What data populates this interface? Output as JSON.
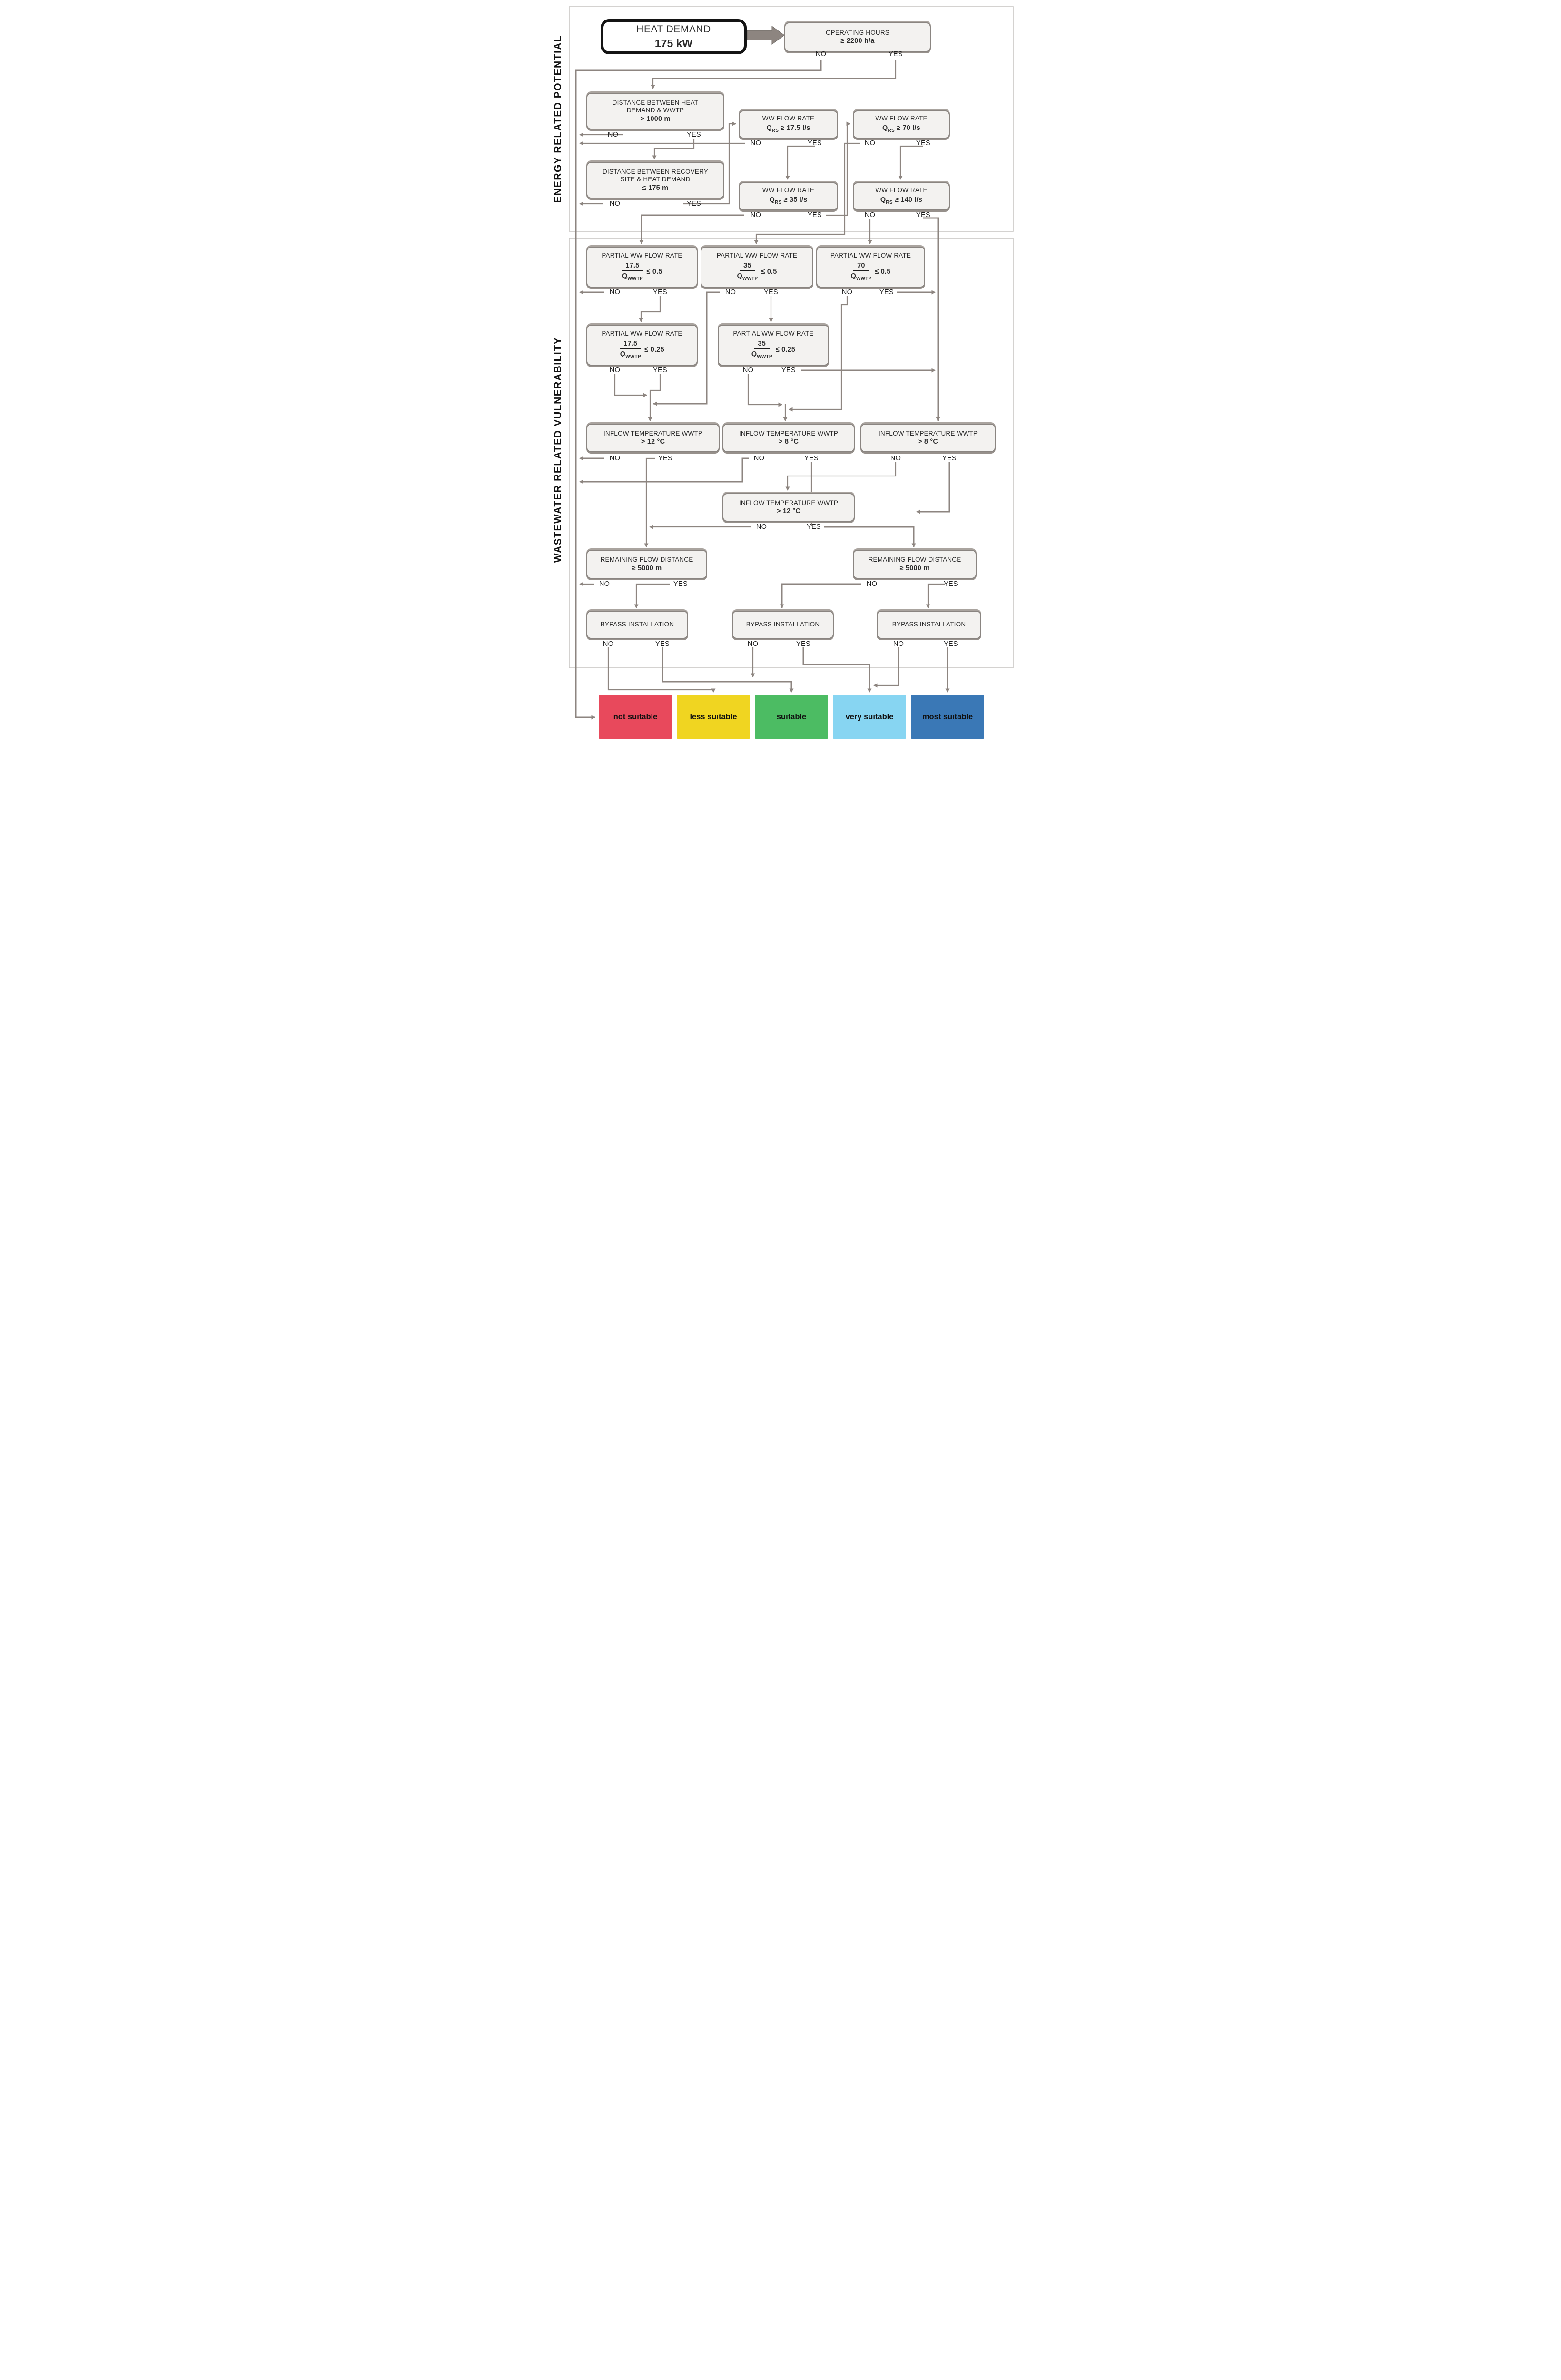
{
  "side_labels": {
    "top": "ENERGY RELATED POTENTIAL",
    "bottom": "WASTEWATER RELATED VULNERABILITY"
  },
  "labels": {
    "no": "NO",
    "yes": "YES"
  },
  "start": {
    "line1": "HEAT DEMAND",
    "line2": "175 kW"
  },
  "boxes": {
    "op_hours": {
      "line1": "OPERATING HOURS",
      "line2": "≥ 2200 h/a"
    },
    "dist_wwtp": {
      "line1": "DISTANCE BETWEEN HEAT",
      "line2": "DEMAND & WWTP",
      "line3": "> 1000 m"
    },
    "dist_recovery": {
      "line1": "DISTANCE BETWEEN RECOVERY",
      "line2": "SITE & HEAT DEMAND",
      "line3": "≤ 175 m"
    },
    "ww_17_5": {
      "line1": "WW FLOW RATE",
      "q": "Q",
      "sub": "RS",
      "cmp": "≥ 17.5 l/s"
    },
    "ww_70": {
      "line1": "WW FLOW RATE",
      "q": "Q",
      "sub": "RS",
      "cmp": "≥ 70 l/s"
    },
    "ww_35": {
      "line1": "WW FLOW RATE",
      "q": "Q",
      "sub": "RS",
      "cmp": "≥ 35 l/s"
    },
    "ww_140": {
      "line1": "WW FLOW RATE",
      "q": "Q",
      "sub": "RS",
      "cmp": "≥ 140 l/s"
    },
    "partial_17_5_05": {
      "title": "PARTIAL  WW FLOW RATE",
      "num": "17.5",
      "den_q": "Q",
      "den_sub": "WWTP",
      "cmp": "≤ 0.5"
    },
    "partial_35_05": {
      "title": "PARTIAL  WW FLOW RATE",
      "num": "35",
      "den_q": "Q",
      "den_sub": "WWTP",
      "cmp": "≤ 0.5"
    },
    "partial_70_05": {
      "title": "PARTIAL  WW FLOW RATE",
      "num": "70",
      "den_q": "Q",
      "den_sub": "WWTP",
      "cmp": "≤ 0.5"
    },
    "partial_17_5_025": {
      "title": "PARTIAL  WW FLOW RATE",
      "num": "17.5",
      "den_q": "Q",
      "den_sub": "WWTP",
      "cmp": "≤ 0.25"
    },
    "partial_35_025": {
      "title": "PARTIAL  WW FLOW RATE",
      "num": "35",
      "den_q": "Q",
      "den_sub": "WWTP",
      "cmp": "≤ 0.25"
    },
    "inflow_12_left": {
      "line1": "INFLOW TEMPERATURE WWTP",
      "line2": "> 12 °C"
    },
    "inflow_8_mid": {
      "line1": "INFLOW TEMPERATURE WWTP",
      "line2": "> 8 °C"
    },
    "inflow_8_right": {
      "line1": "INFLOW TEMPERATURE WWTP",
      "line2": "> 8 °C"
    },
    "inflow_12_mid": {
      "line1": "INFLOW TEMPERATURE WWTP",
      "line2": "> 12 °C"
    },
    "remaining_left": {
      "line1": "REMAINING  FLOW DISTANCE",
      "line2": "≥ 5000 m"
    },
    "remaining_right": {
      "line1": "REMAINING  FLOW DISTANCE",
      "line2": "≥ 5000 m"
    },
    "bypass_left": {
      "line1": "BYPASS INSTALLATION"
    },
    "bypass_mid": {
      "line1": "BYPASS INSTALLATION"
    },
    "bypass_right": {
      "line1": "BYPASS INSTALLATION"
    }
  },
  "results": [
    {
      "label": "not suitable",
      "color": "#E8495C"
    },
    {
      "label": "less suitable",
      "color": "#F0D521"
    },
    {
      "label": "suitable",
      "color": "#4CBC63"
    },
    {
      "label": "very suitable",
      "color": "#87D5F2"
    },
    {
      "label": "most suitable",
      "color": "#3A78B6"
    }
  ],
  "line_color": "#8d8580",
  "frame_color": "#c9c7c4"
}
